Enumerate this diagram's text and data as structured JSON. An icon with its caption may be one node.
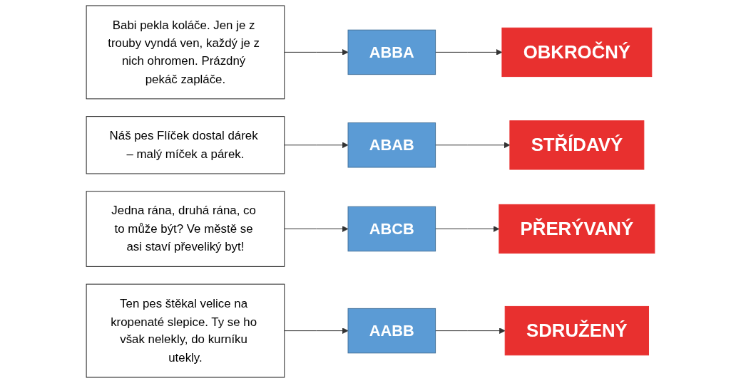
{
  "diagram": {
    "nodes": [
      {
        "text": [
          "Babi pekla koláče. Jen je z trouby vyndá ven, každý je z nich ohromen. Prázdný pekáč zapláče."
        ]
      },
      {
        "text": [
          "Náš pes Flíček dostal dárek – malý míček a párek."
        ]
      },
      {
        "text": [
          "Jedna rána, druhá rána, co to může být? Ve městě se asi staví převeliký byt!"
        ]
      },
      {
        "text": [
          "Ten pes štěkal velice na kropenaté slepice. Ty se ho však nelekly, do kurníku utekly."
        ]
      },
      {
        "text": [
          "ABAB"
        ]
      },
      {
        "text": [
          "AABB"
        ]
      },
      {
        "text": [
          "ABCB"
        ]
      },
      {
        "text": [
          "ABBA"
        ]
      },
      {
        "text": [
          "STŘÍDAVÝ"
        ]
      },
      {
        "text": [
          "OBKROČNÝ"
        ]
      },
      {
        "text": [
          "SDRUŽENÝ"
        ]
      },
      {
        "text": [
          "PŘERÝVANÝ"
        ]
      }
    ],
    "edges": [
      {
        "from": 0,
        "to": 7,
        "arrow": "to"
      },
      {
        "from": 1,
        "to": 4,
        "arrow": "to"
      },
      {
        "from": 2,
        "to": 6,
        "arrow": "to"
      },
      {
        "from": 3,
        "to": 5,
        "arrow": "to"
      },
      {
        "from": 4,
        "to": 8,
        "arrow": "to"
      },
      {
        "from": 5,
        "to": 10,
        "arrow": "to"
      },
      {
        "from": 6,
        "to": 11,
        "arrow": "to"
      },
      {
        "from": 7,
        "to": 9,
        "arrow": "to"
      }
    ]
  }
}
